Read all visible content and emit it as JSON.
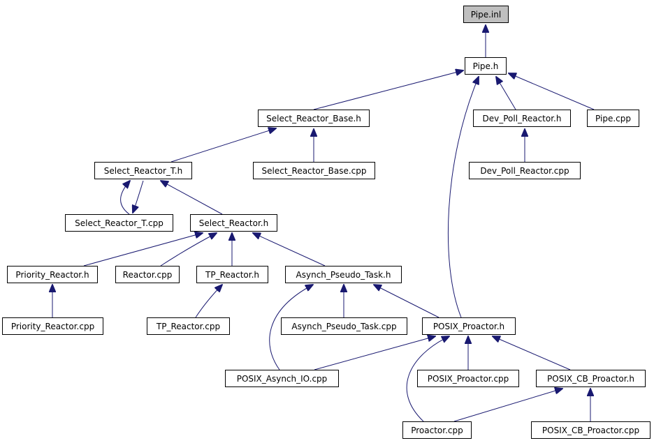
{
  "colors": {
    "edge": "#191970",
    "root_fill": "#bfbfbf"
  },
  "nodes": {
    "pipe_inl": "Pipe.inl",
    "pipe_h": "Pipe.h",
    "select_reactor_base_h": "Select_Reactor_Base.h",
    "dev_poll_reactor_h": "Dev_Poll_Reactor.h",
    "pipe_cpp": "Pipe.cpp",
    "select_reactor_t_h": "Select_Reactor_T.h",
    "select_reactor_base_cpp": "Select_Reactor_Base.cpp",
    "dev_poll_reactor_cpp": "Dev_Poll_Reactor.cpp",
    "select_reactor_t_cpp": "Select_Reactor_T.cpp",
    "select_reactor_h": "Select_Reactor.h",
    "priority_reactor_h": "Priority_Reactor.h",
    "reactor_cpp": "Reactor.cpp",
    "tp_reactor_h": "TP_Reactor.h",
    "asynch_pseudo_task_h": "Asynch_Pseudo_Task.h",
    "priority_reactor_cpp": "Priority_Reactor.cpp",
    "tp_reactor_cpp": "TP_Reactor.cpp",
    "asynch_pseudo_task_cpp": "Asynch_Pseudo_Task.cpp",
    "posix_proactor_h": "POSIX_Proactor.h",
    "posix_asynch_io_cpp": "POSIX_Asynch_IO.cpp",
    "posix_proactor_cpp": "POSIX_Proactor.cpp",
    "posix_cb_proactor_h": "POSIX_CB_Proactor.h",
    "proactor_cpp": "Proactor.cpp",
    "posix_cb_proactor_cpp": "POSIX_CB_Proactor.cpp"
  }
}
